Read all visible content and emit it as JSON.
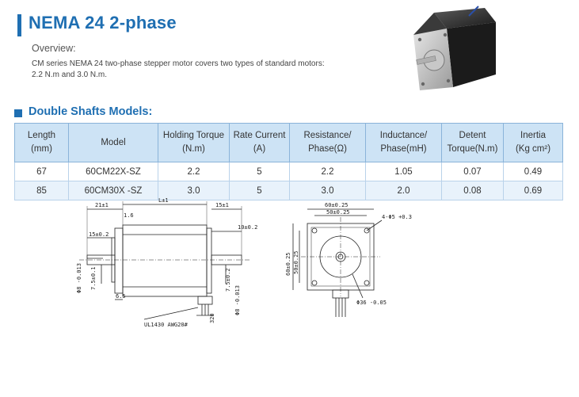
{
  "header": {
    "title": "NEMA 24 2-phase"
  },
  "overview": {
    "heading": "Overview:",
    "text_line1": "CM series NEMA 24 two-phase stepper motor covers two types of standard motors:",
    "text_line2": "2.2 N.m and 3.0 N.m."
  },
  "section": {
    "heading": "Double Shafts Models:"
  },
  "table": {
    "headers": [
      {
        "line1": "Length",
        "line2": "(mm)"
      },
      {
        "line1": "Model",
        "line2": ""
      },
      {
        "line1": "Holding Torque",
        "line2": "(N.m)"
      },
      {
        "line1": "Rate Current",
        "line2": "(A)"
      },
      {
        "line1": "Resistance/",
        "line2": "Phase(Ω)"
      },
      {
        "line1": "Inductance/",
        "line2": "Phase(mH)"
      },
      {
        "line1": "Detent",
        "line2": "Torque(N.m)"
      },
      {
        "line1": "Inertia",
        "line2": "(Kg cm²)"
      }
    ],
    "rows": [
      [
        "67",
        "60CM22X-SZ",
        "2.2",
        "5",
        "2.2",
        "1.05",
        "0.07",
        "0.49"
      ],
      [
        "85",
        "60CM30X -SZ",
        "3.0",
        "5",
        "3.0",
        "2.0",
        "0.08",
        "0.69"
      ]
    ]
  },
  "drawing": {
    "side": {
      "d_21": "21±1",
      "d_L": "L±1",
      "d_15r": "15±1",
      "d_16": "1.6",
      "d_15l": "15±0.2",
      "d_10": "10±0.2",
      "d_75a": "7.5±0.1",
      "d_75b": "7.5±0.2",
      "d_65": "6.5",
      "d_phi8a": "Φ8 -0.013",
      "d_phi8b": "Φ8 -0.013",
      "d_320": "320",
      "wire": "UL1430 AWG20#"
    },
    "front": {
      "d_60": "60±0.25",
      "d_50": "50±0.25",
      "d_60v": "60±0.25",
      "d_50v": "50±0.25",
      "d_holes": "4-Φ5 +0.3",
      "d_phi36": "Φ36 -0.05"
    }
  }
}
